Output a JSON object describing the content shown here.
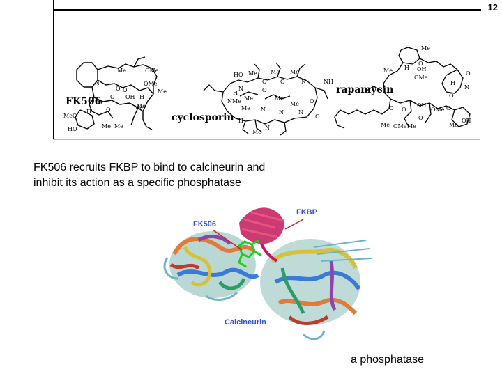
{
  "slide": {
    "number": "12"
  },
  "structures": {
    "fk506": {
      "name": "FK506",
      "groups": [
        "Me",
        "OMe",
        "OMe",
        "O",
        "N",
        "O",
        "O",
        "OH",
        "H",
        "Me",
        "O",
        "O",
        "H",
        "Me",
        "MeO",
        "HO",
        "Me",
        "Me",
        "Me"
      ]
    },
    "cyclosporin": {
      "name": "cyclosporin",
      "groups": [
        "HO",
        "Me",
        "Me",
        "O",
        "Me",
        "O",
        "N",
        "NH",
        "N",
        "H",
        "Me",
        "O",
        "NMe",
        "Me",
        "N",
        "N",
        "N",
        "Me",
        "Me",
        "O",
        "H",
        "N",
        "O",
        "Me"
      ]
    },
    "rapamycin": {
      "name": "rapamycin",
      "groups": [
        "Me",
        "O",
        "H",
        "OH",
        "OMe",
        "Me",
        "O",
        "N",
        "H",
        "O",
        "O",
        "O",
        "OH",
        "OMe",
        "Me",
        "O",
        "O",
        "Me",
        "OMe",
        "Me",
        "OH"
      ]
    }
  },
  "caption": {
    "line1": "FK506 recruits FKBP to bind to calcineurin and",
    "line2": "inhibit its action as a specific phosphatase"
  },
  "protein_figure": {
    "labels": {
      "fkbp": "FKBP",
      "fk506": "FK506",
      "calcineurin": "Calcineurin"
    },
    "colors": {
      "fkbp": "#c2185b",
      "fk506": "#22cc22",
      "label_blue": "#3355cc",
      "arrow": "#cc2222"
    }
  },
  "bottom_label": "a phosphatase"
}
